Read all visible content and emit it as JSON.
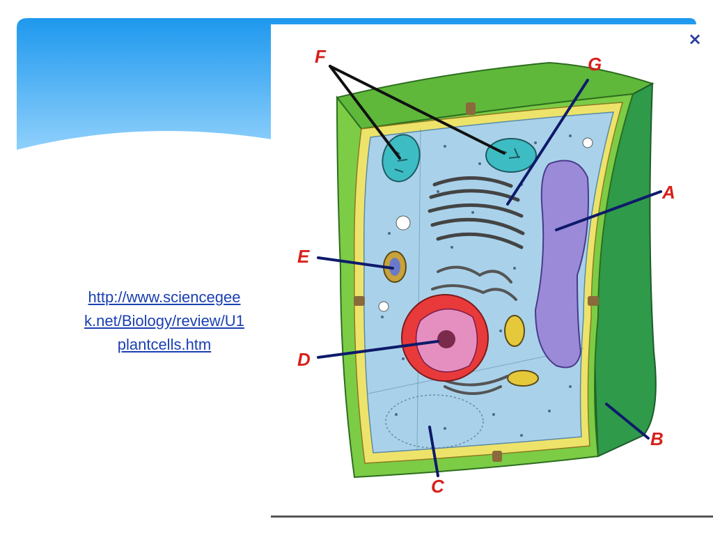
{
  "slide": {
    "link_lines": [
      "http://www.sciencegee",
      "k.net/Biology/review/U1",
      "plantcells.htm"
    ]
  },
  "viewer": {
    "close_symbol": "×"
  },
  "diagram": {
    "labels": {
      "a": "A",
      "b": "B",
      "c": "C",
      "d": "D",
      "e": "E",
      "f": "F",
      "g": "G"
    }
  },
  "colors": {
    "wall_green": "#6cc13c",
    "wall_dark": "#2e9a4a",
    "cytoplasm": "#a9d2ea",
    "vacuole": "#9a8ad8",
    "nucleus": "#e83a3a",
    "label_red": "#d8201a",
    "leader": "#0e1a6a"
  }
}
